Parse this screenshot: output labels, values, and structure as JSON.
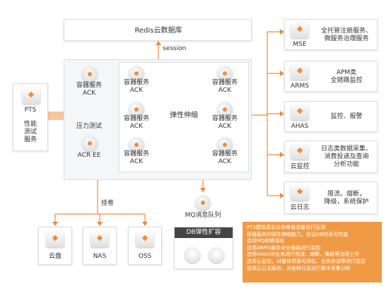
{
  "redis": "Redis云数据库",
  "session": "session",
  "pts": {
    "title": "PTS",
    "desc": "性能\n测试\n服务"
  },
  "pressure_test": "压力测试",
  "left_ack": "容器服务\nACK",
  "acr": "ACR EE",
  "ack": "容器服务\nACK",
  "elastic": "弹性伸缩",
  "mount": "挂卷",
  "mq": "MQ消息队列",
  "db_elastic": "DB弹性扩容",
  "storage": [
    {
      "name": "云盘"
    },
    {
      "name": "NAS"
    },
    {
      "name": "OSS"
    }
  ],
  "services": [
    {
      "name": "MSE",
      "desc": "全托管注册服务、\n微服务治理服务"
    },
    {
      "name": "ARMS",
      "desc": "APM类\n全链路监控"
    },
    {
      "name": "AHAS",
      "desc": "监控、报警"
    },
    {
      "name": "云监控",
      "desc": "日志类数据采集、\n消费投递及查询\n分析功能"
    },
    {
      "name": "云日志",
      "desc": "限流，熔断，\n降级，系统保护"
    }
  ],
  "note_lines": [
    "PTS模拟真实业务峰值流量进行压测",
    "容器服务的弹性伸缩能力，验证DB的读写性能",
    "选用MQ削峰填谷",
    "选用ARMS服务对全链路进行监控",
    "选用AHAS对业务进行限流、熔断、降级等治理工作",
    "选用云监控，对整体资源可用性、业务存活等进行监控",
    "选用云日志服务，对各种日志进行集中采集分析"
  ],
  "colors": {
    "accent": "#f19a45",
    "line": "#f08c3a"
  }
}
